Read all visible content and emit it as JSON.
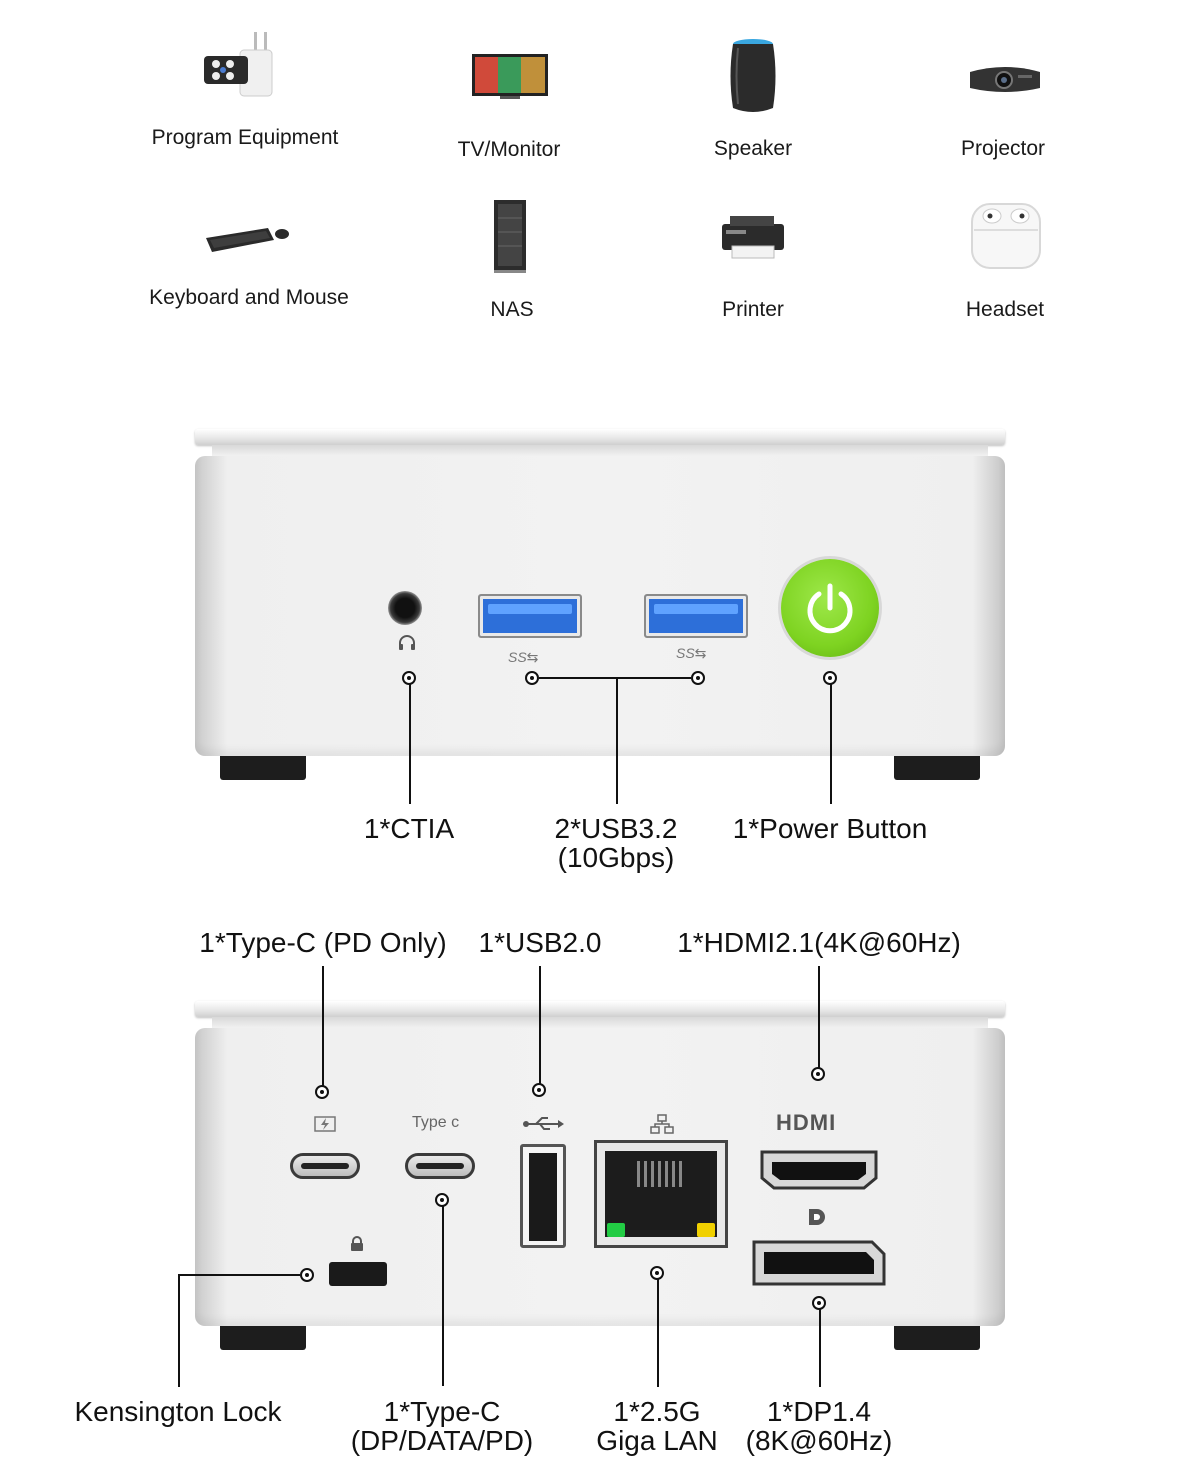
{
  "devices": [
    {
      "label": "Program Equipment",
      "icon": "security-camera-icon"
    },
    {
      "label": "TV/Monitor",
      "icon": "tv-monitor-icon"
    },
    {
      "label": "Speaker",
      "icon": "smart-speaker-icon"
    },
    {
      "label": "Projector",
      "icon": "projector-icon"
    },
    {
      "label": "Keyboard and Mouse",
      "icon": "keyboard-mouse-icon"
    },
    {
      "label": "NAS",
      "icon": "nas-icon"
    },
    {
      "label": "Printer",
      "icon": "printer-icon"
    },
    {
      "label": "Headset",
      "icon": "earbuds-icon"
    }
  ],
  "front_panel": {
    "ctia_label": "1*CTIA",
    "usb32_label_1": "2*USB3.2",
    "usb32_label_2": "(10Gbps)",
    "power_label": "1*Power Button",
    "ss_mark": "SS⇆",
    "power_color": "#7ed321"
  },
  "rear_panel": {
    "typec_pd_label": "1*Type-C (PD Only)",
    "usb20_label": "1*USB2.0",
    "hdmi_label": "1*HDMI2.1(4K@60Hz)",
    "kensington_label": "Kensington Lock",
    "typec_dp_label_1": "1*Type-C",
    "typec_dp_label_2": "(DP/DATA/PD)",
    "lan_label_1": "1*2.5G",
    "lan_label_2": "Giga LAN",
    "dp_label_1": "1*DP1.4",
    "dp_label_2": "(8K@60Hz)",
    "typec_text": "Type c",
    "hdmi_logo": "HDMI",
    "lan_led_left": "#22cc44",
    "lan_led_right": "#f0d000"
  }
}
